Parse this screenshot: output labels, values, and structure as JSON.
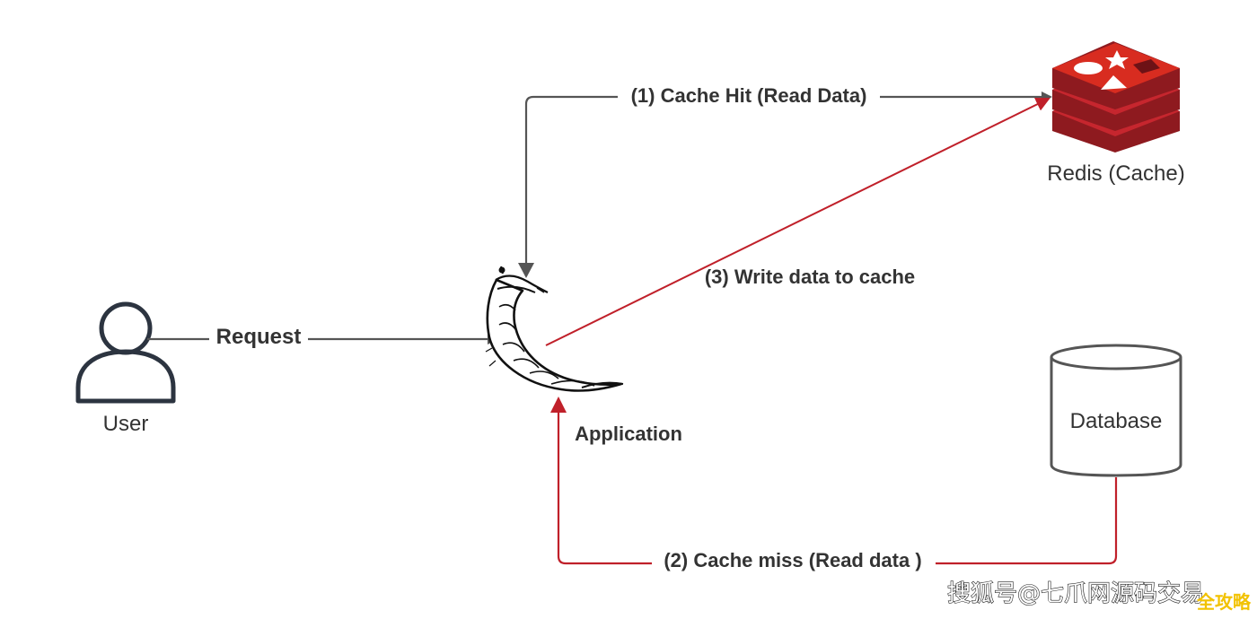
{
  "nodes": {
    "user": {
      "label": "User"
    },
    "application": {
      "label": "Application"
    },
    "redis": {
      "label": "Redis (Cache)"
    },
    "database": {
      "label": "Database"
    }
  },
  "edges": {
    "request": {
      "label": "Request"
    },
    "cache_hit": {
      "label": "(1) Cache Hit (Read Data)"
    },
    "cache_miss": {
      "label": "(2) Cache miss (Read data )"
    },
    "write_cache": {
      "label": "(3) Write data to cache"
    }
  },
  "watermark": {
    "text": "搜狐号@七爪网源码交易",
    "badge": "全攻略"
  },
  "colors": {
    "gray_line": "#555555",
    "red_line": "#c0202a",
    "redis_red": "#c6262e",
    "redis_dark": "#8e1a1f",
    "text": "#333333",
    "node_outline": "#2c3440"
  }
}
